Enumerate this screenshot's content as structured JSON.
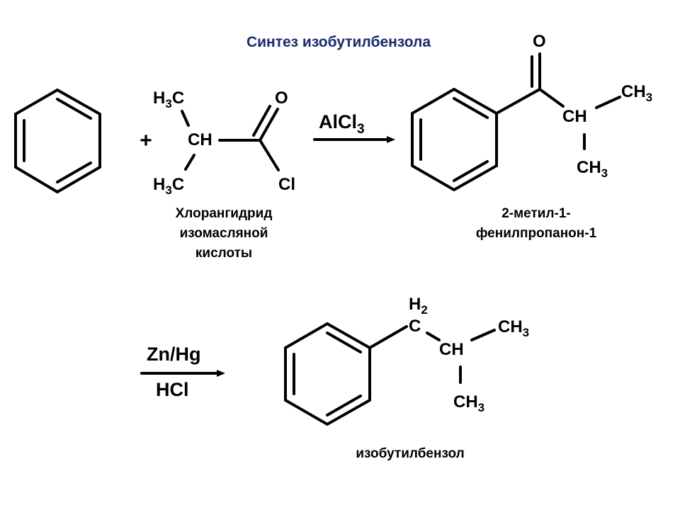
{
  "title": "Синтез изобутилбензола",
  "colors": {
    "title": "#1a2a6c",
    "ink": "#000000",
    "background": "#ffffff"
  },
  "reactants": {
    "plus": "+",
    "acyl_chloride": {
      "methyl_top": {
        "main": "H",
        "sub": "3",
        "rest": "C"
      },
      "methine": "CH",
      "methyl_bottom": {
        "main": "H",
        "sub": "3",
        "rest": "C"
      },
      "carbonyl_oxygen": "O",
      "chlorine": "Cl",
      "caption": [
        "Хлорангидрид",
        "изомасляной",
        "кислоты"
      ]
    }
  },
  "step1": {
    "catalyst": {
      "main": "AlCl",
      "sub": "3"
    }
  },
  "ketone": {
    "carbonyl_oxygen": "O",
    "methine": "CH",
    "methyl_top": {
      "main": "CH",
      "sub": "3"
    },
    "methyl_bottom": {
      "main": "CH",
      "sub": "3"
    },
    "caption": [
      "2-метил-1-",
      "фенилпропанон-1"
    ]
  },
  "step2": {
    "reagent_top": "Zn/Hg",
    "reagent_bottom": "HCl"
  },
  "product": {
    "methylene_h": {
      "main": "H",
      "sub": "2"
    },
    "methylene_c": "C",
    "methine": "CH",
    "methyl_top": {
      "main": "CH",
      "sub": "3"
    },
    "methyl_bottom": {
      "main": "CH",
      "sub": "3"
    },
    "caption": "изобутилбензол"
  }
}
